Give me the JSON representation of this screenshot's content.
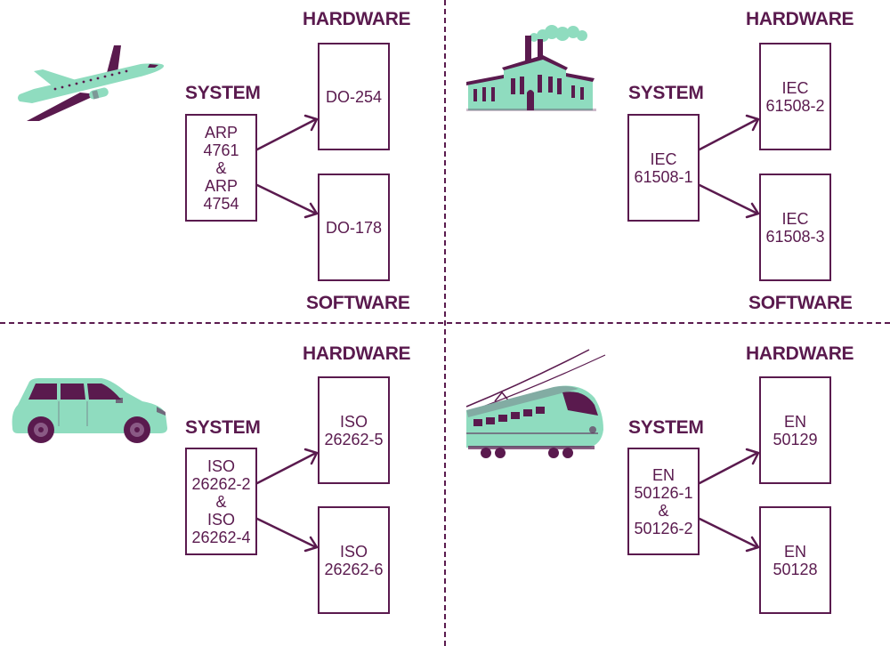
{
  "colors": {
    "ink": "#5a1a4e",
    "accent": "#8fdcbf",
    "accent_dark": "#5a1a4e"
  },
  "quadrants": {
    "aerospace": {
      "icon": "airplane-icon",
      "system_heading": "SYSTEM",
      "hardware_heading": "HARDWARE",
      "software_heading": "SOFTWARE",
      "system_box": "ARP\n4761\n&\nARP\n4754",
      "hardware_box": "DO-254",
      "software_box": "DO-178"
    },
    "industrial": {
      "icon": "factory-icon",
      "system_heading": "SYSTEM",
      "hardware_heading": "HARDWARE",
      "software_heading": "SOFTWARE",
      "system_box": "IEC\n61508-1",
      "hardware_box": "IEC\n61508-2",
      "software_box": "IEC\n61508-3"
    },
    "automotive": {
      "icon": "car-icon",
      "system_heading": "SYSTEM",
      "hardware_heading": "HARDWARE",
      "system_box": "ISO\n26262-2\n&\nISO\n26262-4",
      "hardware_box": "ISO\n26262-5",
      "software_box": "ISO\n26262-6"
    },
    "railway": {
      "icon": "train-icon",
      "system_heading": "SYSTEM",
      "hardware_heading": "HARDWARE",
      "system_box": "EN\n50126-1\n&\n50126-2",
      "hardware_box": "EN\n50129",
      "software_box": "EN\n50128"
    }
  }
}
